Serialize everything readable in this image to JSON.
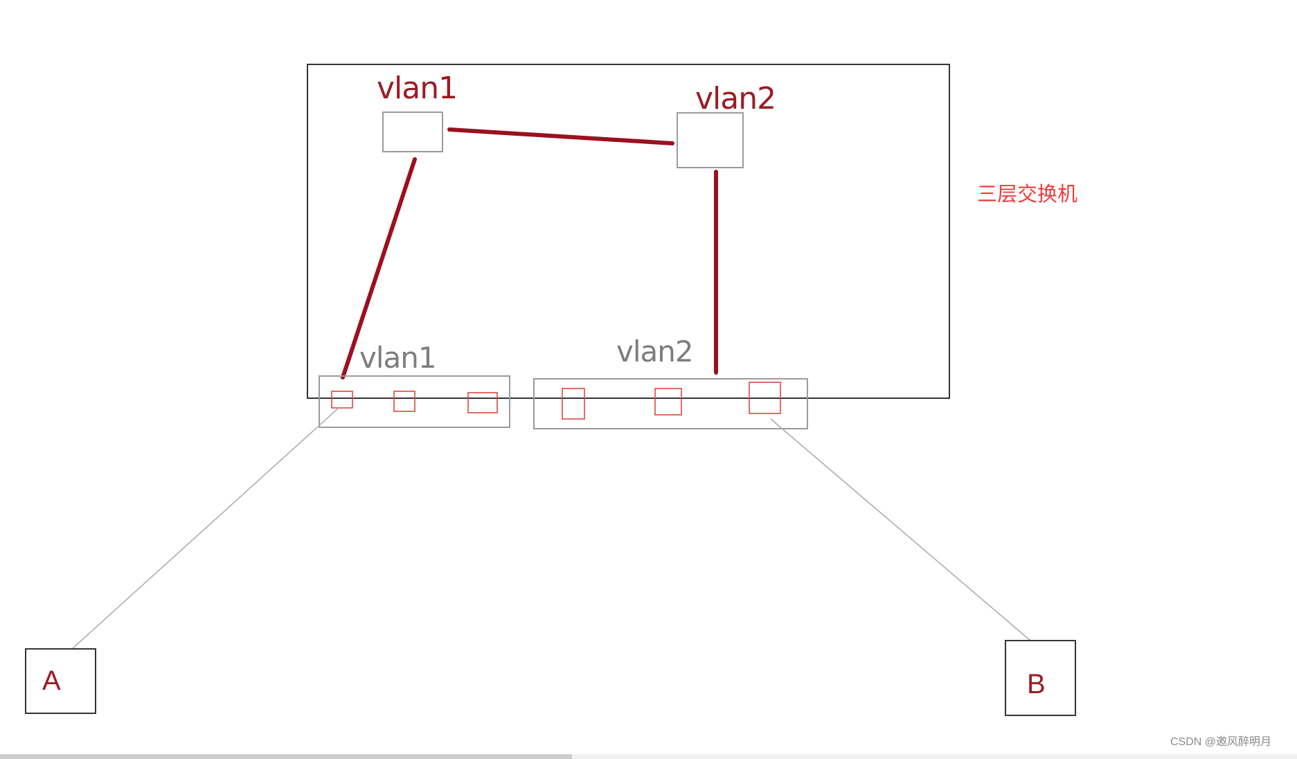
{
  "diagram": {
    "switch_label": "三层交换机",
    "colors": {
      "link": "#9b1020",
      "port": "#e0453f",
      "switch_border": "#333333",
      "box_gray": "#9a9a9a",
      "switch_label": "#f03a3a",
      "label_dark_red": "#9b1b24",
      "label_gray": "#7d7d7d",
      "cable": "#a8a8a8"
    },
    "virtual_interfaces": [
      {
        "label": "vlan1"
      },
      {
        "label": "vlan2"
      }
    ],
    "port_groups": [
      {
        "label": "vlan1",
        "port_count": 3
      },
      {
        "label": "vlan2",
        "port_count": 3
      }
    ],
    "hosts": [
      {
        "label": "A"
      },
      {
        "label": "B"
      }
    ]
  },
  "watermark": "CSDN @邀风醉明月"
}
